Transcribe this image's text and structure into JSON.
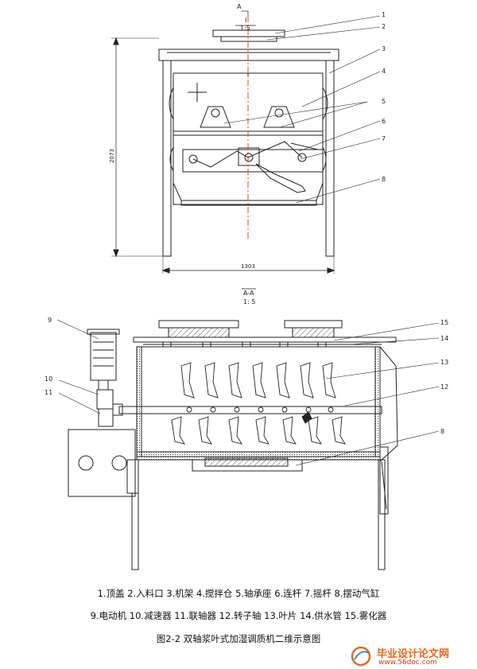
{
  "section": {
    "marker": "A",
    "ref": "I",
    "scale": "1:5",
    "title": "A-A",
    "title_scale": "1: 5"
  },
  "dimensions": {
    "height": "2073",
    "width": "1303"
  },
  "callouts": [
    "1",
    "2",
    "3",
    "4",
    "5",
    "6",
    "7",
    "8",
    "9",
    "10",
    "11",
    "15",
    "14",
    "13",
    "12",
    "8"
  ],
  "legend": {
    "line1": "1.顶盖 2.入料口 3.机架 4.搅拌仓 5.轴承座 6.连杆 7.摇杆 8.摆动气缸",
    "line2": "9.电动机 10.减速器 11.联轴器 12.转子轴 13.叶片 14.供水管 15.雾化器"
  },
  "caption": "图2-2 双轴浆叶式加湿调质机二维示意图",
  "watermark": {
    "text": "毕业设计论文网",
    "url": "www.56doc.com"
  },
  "colors": {
    "centerline": "#e8372c",
    "line": "#222222",
    "watermark": "#e56a1c"
  }
}
